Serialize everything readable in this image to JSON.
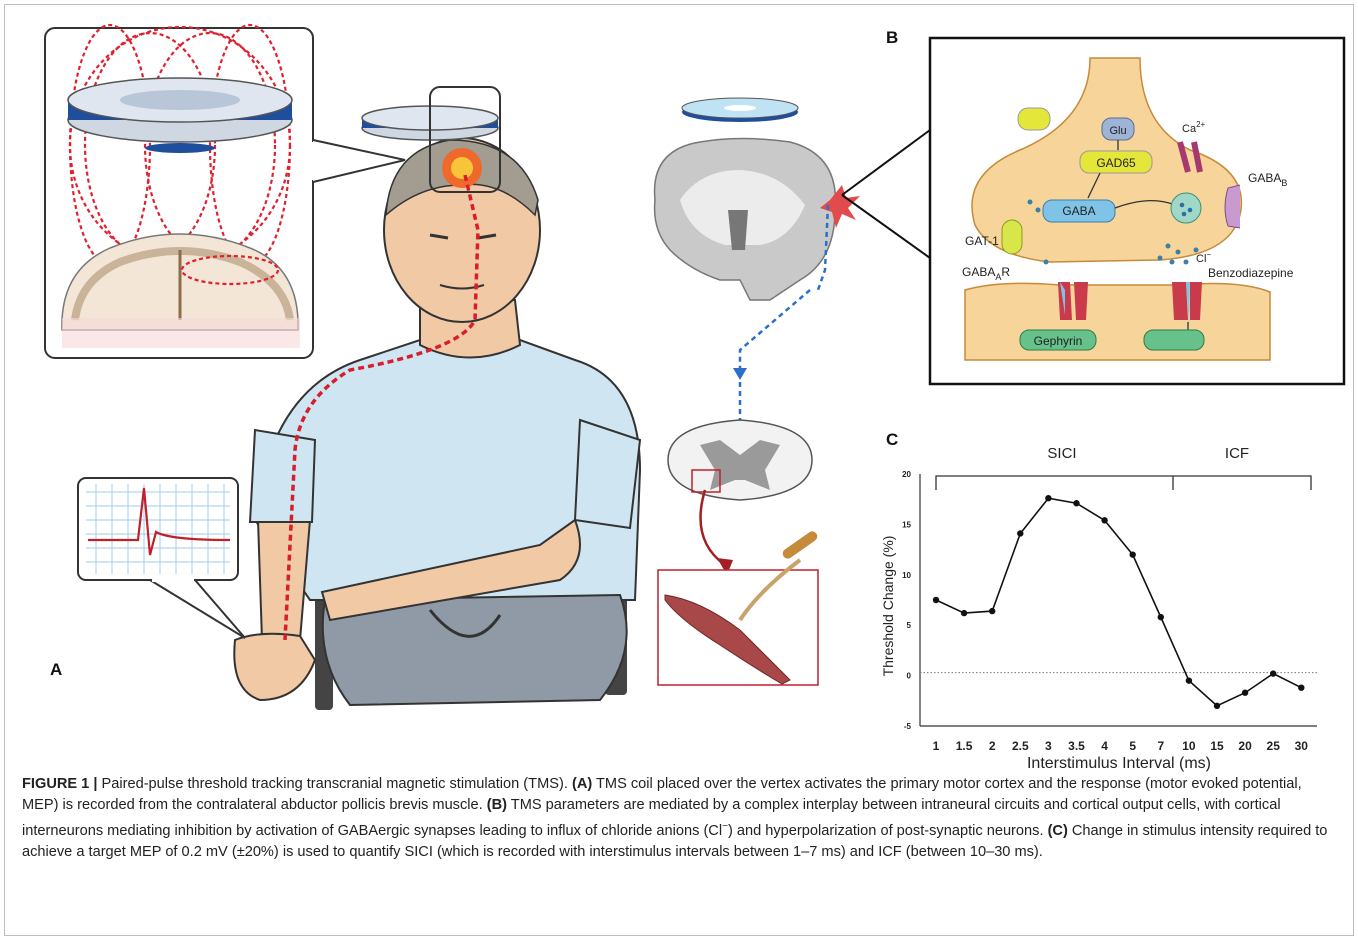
{
  "figure": {
    "panel_a_label": "A",
    "panel_b_label": "B",
    "panel_c_label": "C"
  },
  "panel_b": {
    "labels": {
      "glu": "Glu",
      "gad65": "GAD65",
      "ca": "Ca",
      "ca_sup": "2+",
      "gaba": "GABA",
      "gaba_b": "GABA",
      "gaba_b_sub": "B",
      "gat1": "GAT-1",
      "gaba_ar": "GABA",
      "gaba_ar_sub": "A",
      "gaba_ar_tail": "R",
      "cl": "Cl",
      "cl_sup": "−",
      "benzodiazepine": "Benzodiazepine",
      "gephyrin": "Gephyrin"
    }
  },
  "panel_c": {
    "bracket_sici": "SICI",
    "bracket_icf": "ICF"
  },
  "chart_data": {
    "type": "line",
    "xlabel": "Interstimulus Interval (ms)",
    "ylabel": "Threshold Change (%)",
    "categories": [
      "1",
      "1.5",
      "2",
      "2.5",
      "3",
      "3.5",
      "4",
      "5",
      "7",
      "10",
      "15",
      "20",
      "25",
      "30"
    ],
    "values": [
      7.5,
      6.2,
      6.4,
      14.1,
      17.6,
      17.1,
      15.4,
      12.0,
      5.8,
      -0.5,
      -3.0,
      -1.7,
      0.2,
      -1.2
    ],
    "ylim": [
      -5,
      20
    ],
    "yticks": [
      "20",
      "15",
      "10",
      "5",
      "0",
      "-5"
    ],
    "reference_line": 0.3,
    "grid": false
  },
  "caption": {
    "figure_label": "FIGURE 1 |",
    "text1": " Paired-pulse threshold tracking transcranial magnetic stimulation (TMS). ",
    "a_label": "(A)",
    "text2": " TMS coil placed over the vertex activates the primary motor cortex and the response (motor evoked potential, MEP) is recorded from the contralateral abductor pollicis brevis muscle. ",
    "b_label": "(B)",
    "text3": " TMS parameters are mediated by a complex interplay between intraneural circuits and cortical output cells, with cortical interneurons mediating inhibition by activation of GABAergic synapses leading to influx of chloride anions (Cl",
    "text3_sup": "−",
    "text4": ") and hyperpolarization of post-synaptic neurons. ",
    "c_label": "(C)",
    "text5": " Change in stimulus intensity required to achieve a target MEP of 0.2 mV (±20%) is used to quantify SICI (which is recorded with interstimulus intervals between 1–7 ms) and ICF (between 10–30 ms)."
  },
  "colors": {
    "tms_red": "#d81e2c",
    "coil_blue": "#1f4e9c",
    "synapse_fill": "#f6d49a",
    "gaba_box": "#7fc4e6",
    "gad_box": "#e5e63a",
    "gephyrin": "#66c28a"
  }
}
